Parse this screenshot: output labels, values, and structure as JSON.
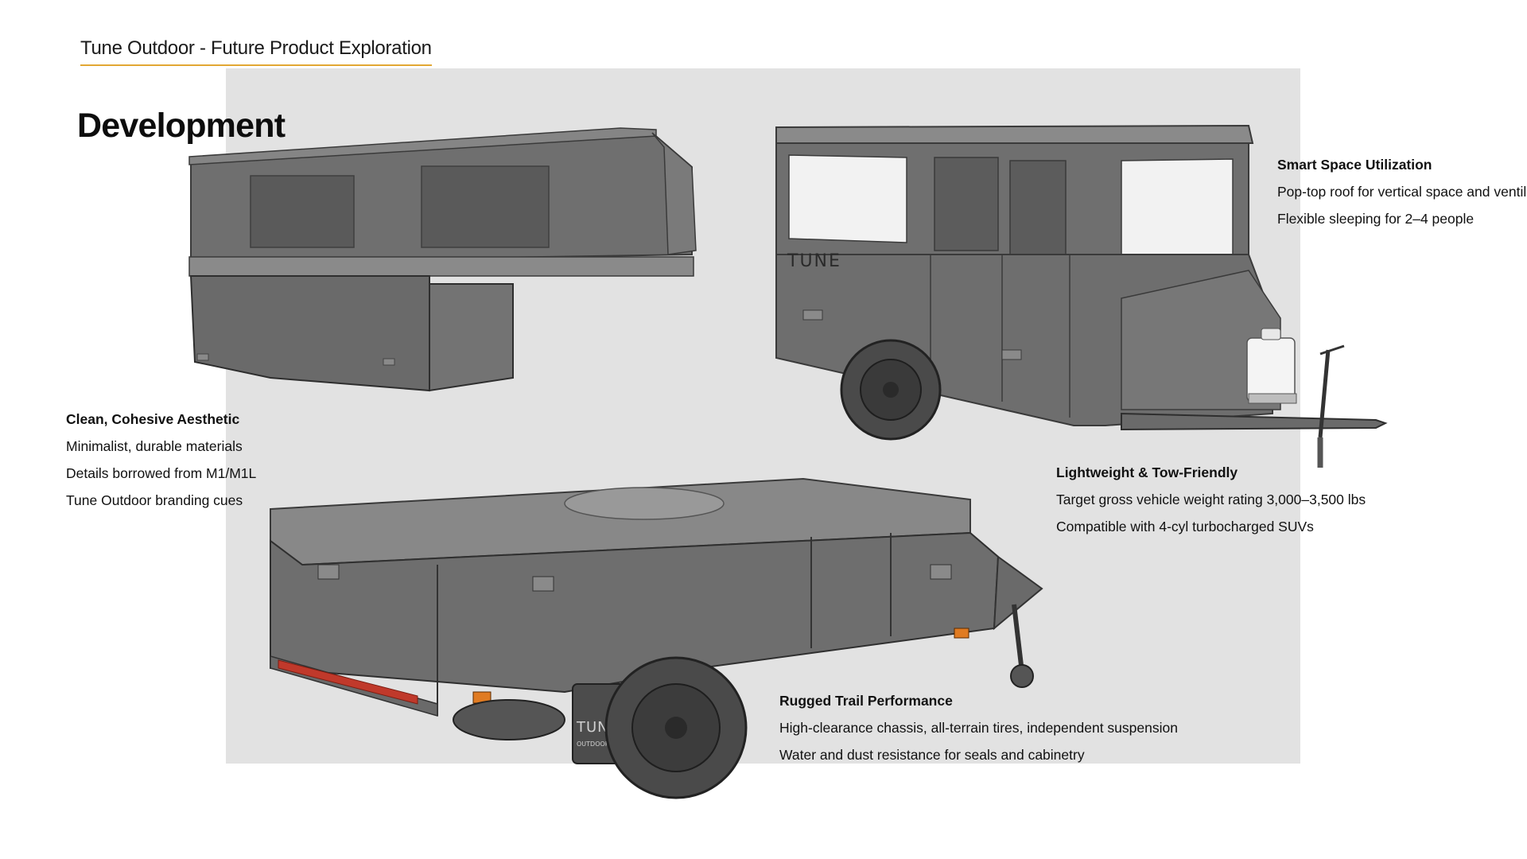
{
  "header": {
    "title": "Tune Outdoor - Future Product Exploration"
  },
  "page": {
    "heading": "Development"
  },
  "brand": {
    "wordmark": "TUNE",
    "sub_wordmark": "OUTDOOR"
  },
  "colors": {
    "accent_underline": "#e2a733",
    "panel": "#e2e2e2",
    "body_dark": "#6e6e6e",
    "reflector_red": "#c0392b",
    "marker_orange": "#e07b22"
  },
  "features": {
    "smart_space": {
      "title": "Smart Space Utilization",
      "lines": [
        "Pop-top roof for vertical space and ventil",
        "Flexible sleeping for 2–4 people"
      ]
    },
    "aesthetic": {
      "title": "Clean, Cohesive Aesthetic",
      "lines": [
        "Minimalist, durable materials",
        "Details borrowed from M1/M1L",
        "Tune Outdoor branding cues"
      ]
    },
    "lightweight": {
      "title": "Lightweight & Tow-Friendly",
      "lines": [
        "Target gross vehicle weight rating 3,000–3,500 lbs",
        "Compatible with 4-cyl turbocharged SUVs"
      ]
    },
    "rugged": {
      "title": "Rugged Trail Performance",
      "lines": [
        "High-clearance chassis, all-terrain tires, independent suspension",
        "Water and dust resistance for seals and cabinetry"
      ]
    }
  }
}
